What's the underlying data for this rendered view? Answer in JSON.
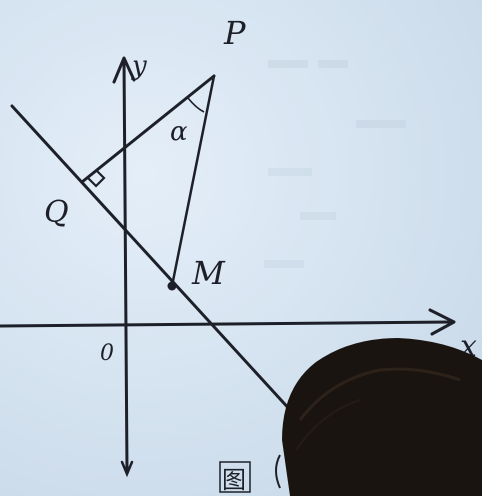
{
  "diagram": {
    "labels": {
      "y_axis": "y",
      "x_axis": "x",
      "origin": "0",
      "point_p": "P",
      "point_q": "Q",
      "point_m": "M",
      "angle": "α",
      "fig_marker": "图"
    },
    "ink_color": "#1d2029",
    "board_color": "#d6e4f1",
    "occlusion": "head-silhouette-bottom-right"
  }
}
